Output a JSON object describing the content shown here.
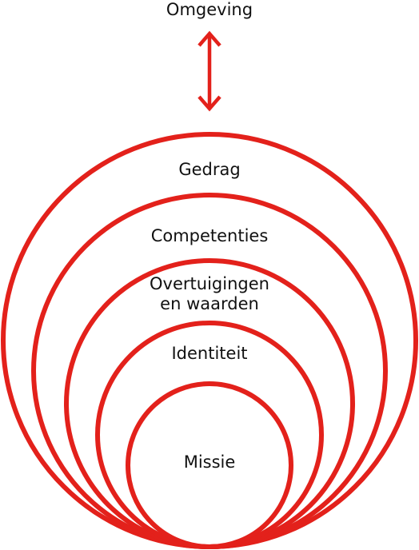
{
  "environment_label": "Omgeving",
  "levels": [
    {
      "label": "Gedrag"
    },
    {
      "label": "Competenties"
    },
    {
      "label": "Overtuigingen\nen waarden"
    },
    {
      "label": "Identiteit"
    },
    {
      "label": "Missie"
    }
  ],
  "colors": {
    "stroke": "#e3211b",
    "text": "#111111",
    "background": "#ffffff"
  }
}
